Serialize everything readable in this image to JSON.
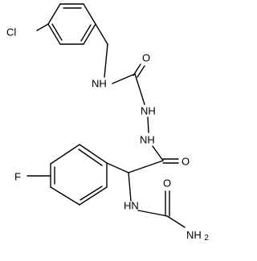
{
  "molecule": {
    "atoms": {
      "cl": "Cl",
      "f": "F",
      "nh_1": "NH",
      "nh_2": "NH",
      "nh_3": "NH",
      "hn": "HN",
      "o_1": "O",
      "o_2": "O",
      "o_3": "O",
      "nh2": "NH",
      "nh2_sub": "2"
    }
  }
}
